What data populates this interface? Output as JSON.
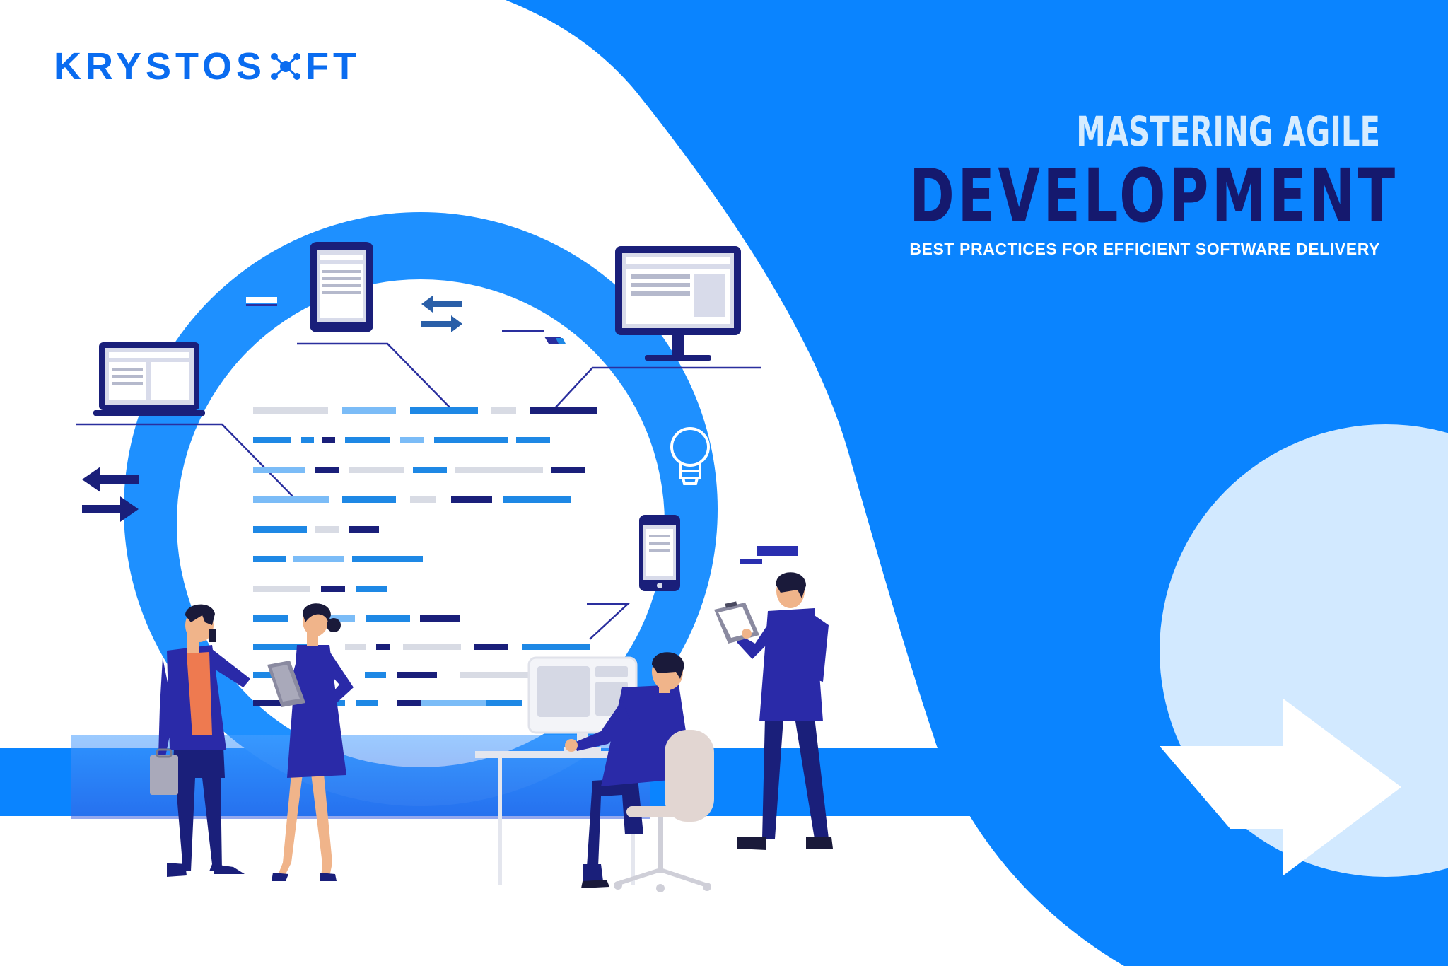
{
  "brand": {
    "name_part1": "KRYSTOS",
    "name_part2": "FT",
    "logo_mark_icon": "molecule-network-icon",
    "color": "#0a6cf0"
  },
  "headline": {
    "line1": "MASTERING AGILE",
    "line2": "DEVELOPMENT",
    "line3": "BEST PRACTICES FOR EFFICIENT SOFTWARE DELIVERY"
  },
  "colors": {
    "primary_blue": "#0a84ff",
    "navy": "#1a1f7a",
    "light_blue": "#d2e9ff",
    "mid_blue": "#1e90ff",
    "headline_light": "#d6ecff",
    "headline_dark": "#15196e",
    "subheadline": "#ffffff",
    "suit": "#2a2aa8"
  },
  "illustration": {
    "icons": [
      "laptop-icon",
      "tablet-icon",
      "desktop-monitor-icon",
      "smartphone-icon",
      "lightbulb-icon",
      "swap-arrows-icon",
      "chart-icon",
      "briefcase-icon",
      "clipboard-icon",
      "office-chair-icon",
      "right-arrow-icon"
    ]
  }
}
